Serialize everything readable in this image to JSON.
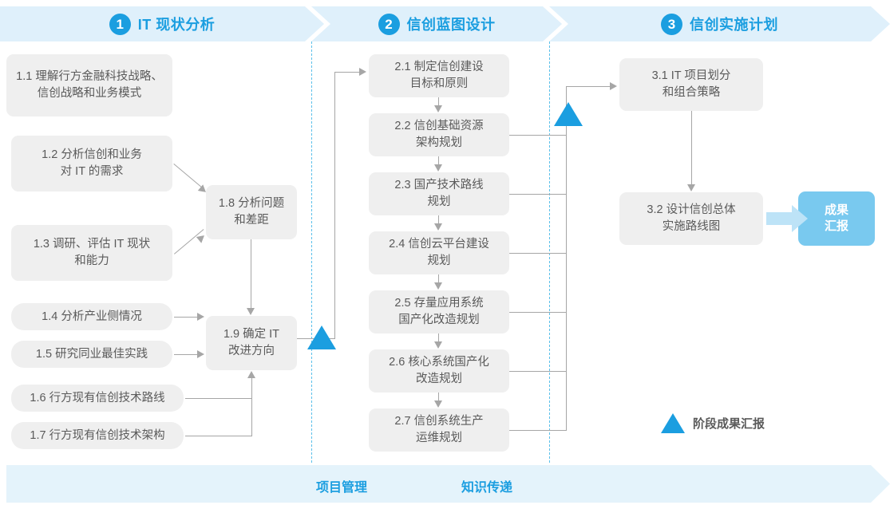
{
  "stages": [
    {
      "num": "1",
      "title": "IT 现状分析"
    },
    {
      "num": "2",
      "title": "信创蓝图设计"
    },
    {
      "num": "3",
      "title": "信创实施计划"
    }
  ],
  "stage1_boxes": [
    {
      "id": "1.1",
      "text": "1.1 理解行方金融科技战略、\n信创战略和业务模式"
    },
    {
      "id": "1.2",
      "text": "1.2 分析信创和业务\n对 IT 的需求"
    },
    {
      "id": "1.3",
      "text": "1.3 调研、评估 IT 现状\n和能力"
    },
    {
      "id": "1.4",
      "text": "1.4 分析产业侧情况"
    },
    {
      "id": "1.5",
      "text": "1.5 研究同业最佳实践"
    },
    {
      "id": "1.6",
      "text": "1.6 行方现有信创技术路线"
    },
    {
      "id": "1.7",
      "text": "1.7 行方现有信创技术架构"
    },
    {
      "id": "1.8",
      "text": "1.8 分析问题\n和差距"
    },
    {
      "id": "1.9",
      "text": "1.9 确定 IT\n改进方向"
    }
  ],
  "stage2_boxes": [
    {
      "id": "2.1",
      "text": "2.1 制定信创建设\n目标和原则"
    },
    {
      "id": "2.2",
      "text": "2.2 信创基础资源\n架构规划"
    },
    {
      "id": "2.3",
      "text": "2.3 国产技术路线\n规划"
    },
    {
      "id": "2.4",
      "text": "2.4 信创云平台建设\n规划"
    },
    {
      "id": "2.5",
      "text": "2.5 存量应用系统\n国产化改造规划"
    },
    {
      "id": "2.6",
      "text": "2.6 核心系统国产化\n改造规划"
    },
    {
      "id": "2.7",
      "text": "2.7 信创系统生产\n运维规划"
    }
  ],
  "stage3_boxes": [
    {
      "id": "3.1",
      "text": "3.1 IT 项目划分\n和组合策略"
    },
    {
      "id": "3.2",
      "text": "3.2 设计信创总体\n实施路线图"
    }
  ],
  "result": {
    "text": "成果\n汇报"
  },
  "legend": {
    "icon": "triangle-icon",
    "label": "阶段成果汇报"
  },
  "bottom": {
    "labels": [
      "项目管理",
      "知识传递"
    ]
  },
  "colors": {
    "accent": "#1b9ee0",
    "band": "#dff0fb",
    "bottom_band": "#e4f3fb",
    "box_bg": "#efefef",
    "box_text": "#5a5a5a",
    "result_bg": "#79c9ef",
    "connector": "#a6a6a6",
    "fat_arrow": "#bde3f7",
    "dashed_divider": "#5bc0ea"
  }
}
